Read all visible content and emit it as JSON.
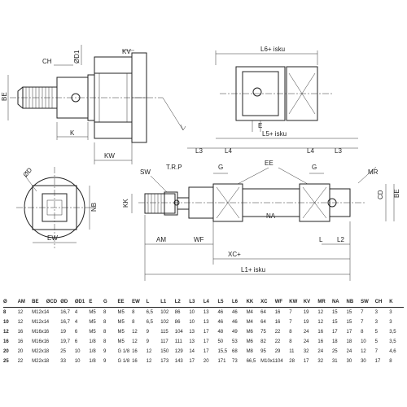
{
  "labels": {
    "kv": "KV",
    "od1": "ØD1",
    "ch": "CH",
    "be_left": "BE",
    "k": "K",
    "kw": "KW",
    "l6": "L6+ isku",
    "e": "E",
    "l5": "L5+ isku",
    "l3_a": "L3",
    "l4_a": "L4",
    "l4_b": "L4",
    "l3_b": "L3",
    "g_a": "G",
    "ee": "EE",
    "g_b": "G",
    "mr": "MR",
    "sw": "SW",
    "trp": "T.R.P",
    "kk": "KK",
    "na": "NA",
    "cd": "CD",
    "be_right": "BE",
    "am": "AM",
    "wf": "WF",
    "l_dim": "L",
    "l2": "L2",
    "xc": "XC+",
    "l1": "L1+ isku",
    "od": "ØD",
    "nb": "NB",
    "ew": "EW"
  },
  "table": {
    "headers": [
      "Ø",
      "AM",
      "BE",
      "ØCD",
      "ØD",
      "ØD1",
      "E",
      "G",
      "EE",
      "EW",
      "L",
      "L1",
      "L2",
      "L3",
      "L4",
      "L5",
      "L6",
      "KK",
      "XC",
      "WF",
      "KW",
      "KV",
      "MR",
      "NA",
      "NB",
      "SW",
      "CH",
      "K"
    ],
    "rows": [
      [
        "8",
        "12",
        "M12x1,25",
        "4",
        "16,7",
        "4",
        "M5",
        "8",
        "M5",
        "8",
        "6,5",
        "102",
        "86",
        "10",
        "13",
        "46",
        "46",
        "M4",
        "64",
        "16",
        "7",
        "19",
        "12",
        "15",
        "15",
        "7",
        "3",
        "3"
      ],
      [
        "10",
        "12",
        "M12x1,25",
        "4",
        "16,7",
        "4",
        "M5",
        "8",
        "M5",
        "8",
        "6,5",
        "102",
        "86",
        "10",
        "13",
        "46",
        "46",
        "M4",
        "64",
        "16",
        "7",
        "19",
        "12",
        "15",
        "15",
        "7",
        "3",
        "3"
      ],
      [
        "12",
        "16",
        "M16x1,5",
        "6",
        "19",
        "6",
        "M5",
        "8",
        "M5",
        "12",
        "9",
        "115",
        "104",
        "13",
        "17",
        "48",
        "49",
        "M6",
        "75",
        "22",
        "8",
        "24",
        "16",
        "17",
        "17",
        "8",
        "5",
        "3,5"
      ],
      [
        "16",
        "16",
        "M16x1,5",
        "6",
        "19,7",
        "6",
        "1/8",
        "8",
        "M5",
        "12",
        "9",
        "117",
        "111",
        "13",
        "17",
        "50",
        "53",
        "M6",
        "82",
        "22",
        "8",
        "24",
        "16",
        "18",
        "18",
        "10",
        "5",
        "3,5"
      ],
      [
        "20",
        "20",
        "M22x1,5",
        "8",
        "25",
        "10",
        "1/8",
        "9",
        "G 1/8",
        "16",
        "12",
        "150",
        "129",
        "14",
        "17",
        "15,5",
        "68",
        "M8",
        "95",
        "29",
        "11",
        "32",
        "24",
        "25",
        "24",
        "12",
        "7",
        "4,6"
      ],
      [
        "25",
        "22",
        "M22x1,5",
        "8",
        "33",
        "10",
        "1/8",
        "9",
        "G 1/8",
        "16",
        "12",
        "173",
        "143",
        "17",
        "20",
        "171",
        "73",
        "66,5",
        "M10x1,25",
        "104",
        "28",
        "17",
        "32",
        "31",
        "30",
        "30",
        "17",
        "8"
      ]
    ]
  }
}
